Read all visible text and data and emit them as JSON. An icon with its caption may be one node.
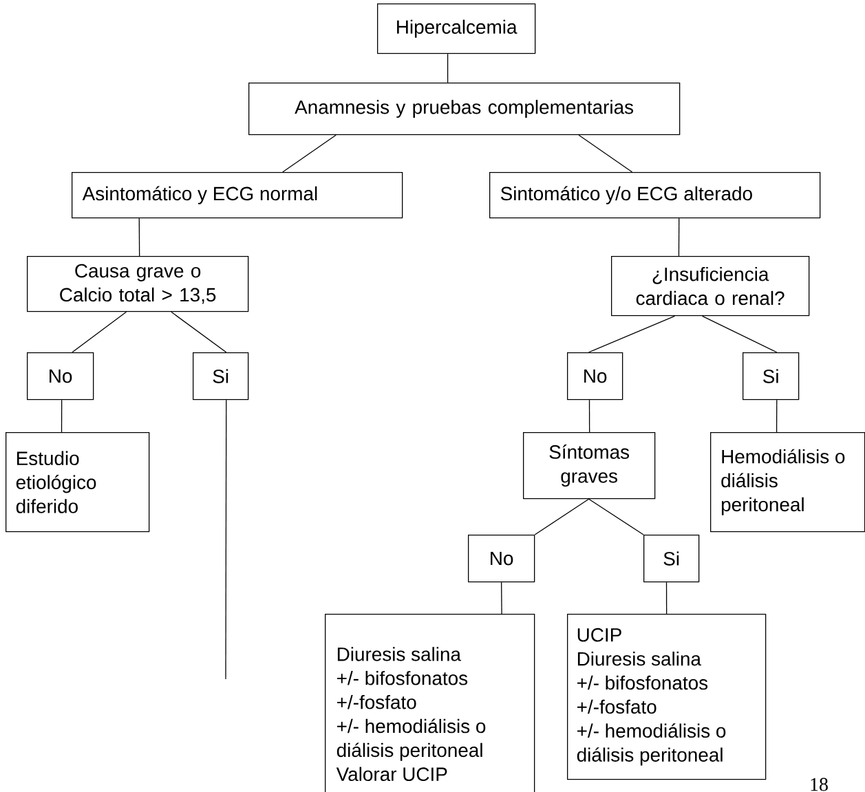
{
  "diagram": {
    "nodes": [
      {
        "text": [
          "Hipercalcemia"
        ]
      },
      {
        "text": [
          "Anamnesis y pruebas complementarias"
        ]
      },
      {
        "text": [
          "Asintomático y ECG normal"
        ]
      },
      {
        "text": [
          "Sintomático y/o ECG alterado"
        ]
      },
      {
        "text": [
          "Causa grave o Calcio total > 13,5"
        ]
      },
      {
        "text": [
          "¿Insuficiencia cardiaca o renal?"
        ]
      },
      {
        "text": [
          "No"
        ]
      },
      {
        "text": [
          "Si"
        ]
      },
      {
        "text": [
          "Estudio etiológico diferido"
        ]
      },
      {
        "text": [
          "No"
        ]
      },
      {
        "text": [
          "Si"
        ]
      },
      {
        "text": [
          "Síntomas graves"
        ]
      },
      {
        "text": [
          "Hemodiálisis o diálisis peritoneal"
        ]
      },
      {
        "text": [
          "No"
        ]
      },
      {
        "text": [
          "Si"
        ]
      },
      {
        "text": [
          "Diuresis salina",
          "+/- bifosfonatos",
          "+/-fosfato",
          "+/- hemodiálisis o diálisis peritoneal",
          "Valorar UCIP"
        ]
      },
      {
        "text": [
          "UCIP",
          "Diuresis salina",
          "+/- bifosfonatos",
          "+/-fosfato",
          "+/- hemodiálisis o diálisis peritoneal"
        ]
      }
    ],
    "edges": [
      {
        "from": 0,
        "to": 1,
        "arrow": "none"
      },
      {
        "from": 1,
        "to": 2,
        "arrow": "none"
      },
      {
        "from": 1,
        "to": 3,
        "arrow": "none"
      },
      {
        "from": 2,
        "to": 4,
        "arrow": "none"
      },
      {
        "from": 3,
        "to": 5,
        "arrow": "none"
      },
      {
        "from": 4,
        "to": 6,
        "arrow": "none"
      },
      {
        "from": 4,
        "to": 7,
        "arrow": "none"
      },
      {
        "from": 6,
        "to": 8,
        "arrow": "none"
      },
      {
        "from": 7,
        "to": null,
        "arrow": "none"
      },
      {
        "from": 5,
        "to": 9,
        "arrow": "none"
      },
      {
        "from": 5,
        "to": 10,
        "arrow": "none"
      },
      {
        "from": 9,
        "to": 11,
        "arrow": "none"
      },
      {
        "from": 10,
        "to": 12,
        "arrow": "none"
      },
      {
        "from": 11,
        "to": 13,
        "arrow": "none"
      },
      {
        "from": 11,
        "to": 14,
        "arrow": "none"
      },
      {
        "from": 13,
        "to": 15,
        "arrow": "none"
      },
      {
        "from": 14,
        "to": 16,
        "arrow": "none"
      }
    ],
    "labels": [
      "18"
    ]
  }
}
